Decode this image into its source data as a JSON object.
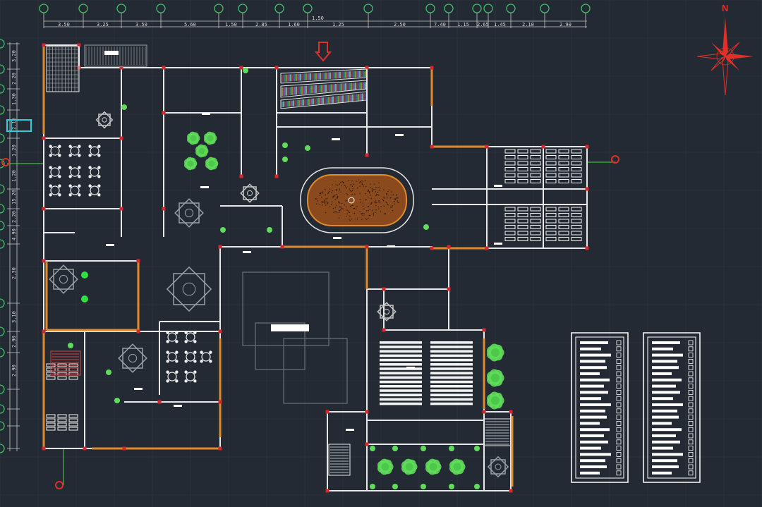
{
  "drawing": {
    "background": "#232a33",
    "colors": {
      "grid": "#2e3640",
      "wall": "#e8e8e8",
      "accent_wall": "#e08a2c",
      "column": "#d8242c",
      "axis_bubble": "#3fbf6a",
      "plant": "#5fdc5a",
      "furniture": "#f2f2f2",
      "court": "#8a4a1e",
      "axis_line": "#3fbf3f",
      "north": "#e0302a",
      "entrance": "#e0302a",
      "stair": "#e0403a",
      "info_box": "#ffffff"
    },
    "north_label": "N",
    "top_dimensions": [
      "3.50",
      "3.25",
      "3.50",
      "5.60",
      "1.50",
      "2.85",
      "1.60",
      "1.25",
      "2.50",
      "7.40",
      "1.15",
      "2.65",
      "1.45",
      "2.10",
      "2.90"
    ],
    "top_dim_extra": "1.50",
    "left_dimensions": [
      "3.20",
      "2.20",
      "1.30",
      "2.15",
      "1.20",
      "1.20",
      "15.20",
      "2.20",
      "4.90",
      "2.30",
      "3.10",
      "2.90",
      "2.90"
    ],
    "icons": [
      "north-arrow-icon",
      "entrance-arrow-icon",
      "compass-star-icon",
      "plant-icon",
      "tree-icon",
      "table-icon",
      "stair-icon",
      "column-icon"
    ]
  }
}
